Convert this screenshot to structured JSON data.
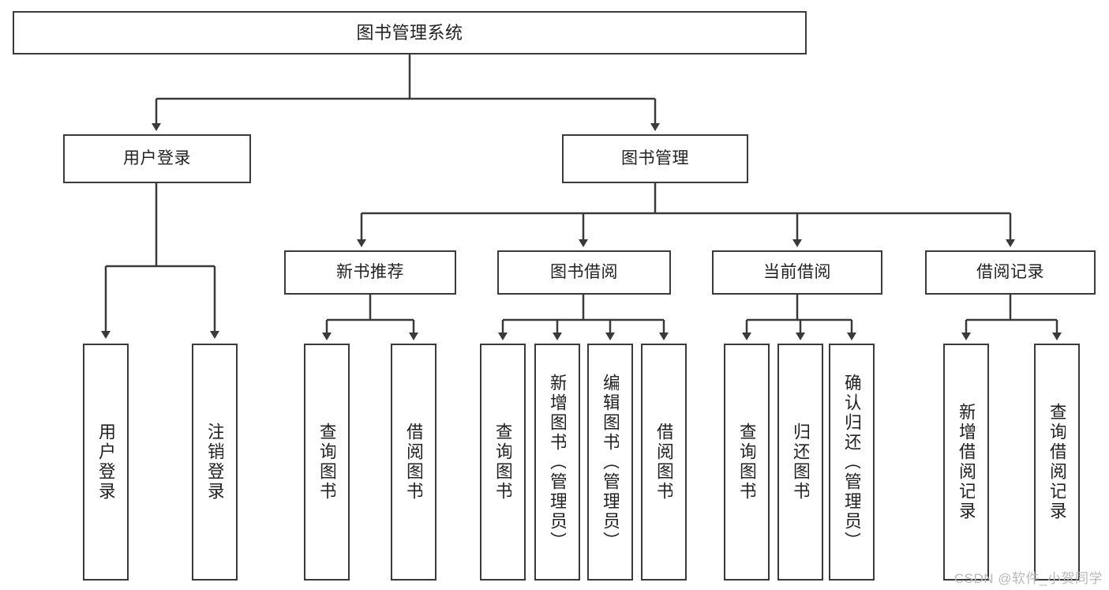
{
  "diagram": {
    "type": "tree-hierarchy-diagram",
    "title": "图书管理系统",
    "watermark": "CSDN @软件_小贺同学",
    "colors": {
      "box_border": "#3a3a3a",
      "box_fill": "#ffffff",
      "connector": "#3a3a3a",
      "text": "#222222",
      "watermark": "#b9b9b9",
      "background": "#ffffff"
    },
    "root": {
      "id": "root",
      "label": "图书管理系统",
      "level": 0
    },
    "level1": [
      {
        "id": "user-login",
        "label": "用户登录",
        "level": 1
      },
      {
        "id": "book-manage",
        "label": "图书管理",
        "level": 1
      }
    ],
    "level2": [
      {
        "id": "new-book-rec",
        "label": "新书推荐",
        "parent": "book-manage"
      },
      {
        "id": "book-borrow",
        "label": "图书借阅",
        "parent": "book-manage"
      },
      {
        "id": "current-borrow",
        "label": "当前借阅",
        "parent": "book-manage"
      },
      {
        "id": "borrow-record",
        "label": "借阅记录",
        "parent": "book-manage"
      }
    ],
    "leaves": [
      {
        "id": "leaf-user-login",
        "label": "用户登录",
        "parent": "user-login"
      },
      {
        "id": "leaf-logout",
        "label": "注销登录",
        "parent": "user-login"
      },
      {
        "id": "leaf-query-book-1",
        "label": "查询图书",
        "parent": "new-book-rec"
      },
      {
        "id": "leaf-borrow-book-1",
        "label": "借阅图书",
        "parent": "new-book-rec"
      },
      {
        "id": "leaf-query-book-2",
        "label": "查询图书",
        "parent": "book-borrow"
      },
      {
        "id": "leaf-add-book",
        "label": "新增图书（管理员）",
        "parent": "book-borrow"
      },
      {
        "id": "leaf-edit-book",
        "label": "编辑图书（管理员）",
        "parent": "book-borrow"
      },
      {
        "id": "leaf-borrow-book-2",
        "label": "借阅图书",
        "parent": "book-borrow"
      },
      {
        "id": "leaf-query-book-3",
        "label": "查询图书",
        "parent": "current-borrow"
      },
      {
        "id": "leaf-return-book",
        "label": "归还图书",
        "parent": "current-borrow"
      },
      {
        "id": "leaf-confirm-return",
        "label": "确认归还（管理员）",
        "parent": "current-borrow"
      },
      {
        "id": "leaf-add-record",
        "label": "新增借阅记录",
        "parent": "borrow-record"
      },
      {
        "id": "leaf-query-record",
        "label": "查询借阅记录",
        "parent": "borrow-record"
      }
    ]
  }
}
